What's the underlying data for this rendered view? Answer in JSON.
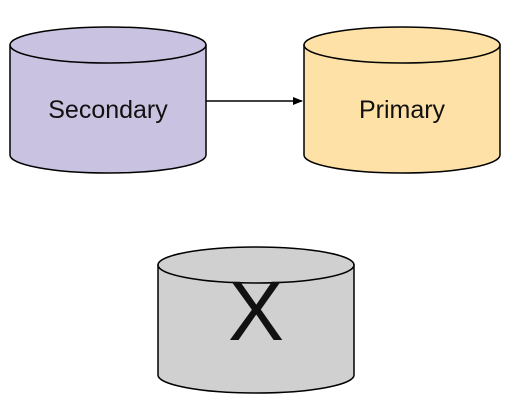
{
  "nodes": [
    {
      "id": "secondary",
      "label": "Secondary",
      "fill": "#c9c2e0",
      "stroke": "#000000"
    },
    {
      "id": "primary",
      "label": "Primary",
      "fill": "#fde1a6",
      "stroke": "#000000"
    },
    {
      "id": "failed",
      "label": "X",
      "fill": "#d0d0d0",
      "stroke": "#000000"
    }
  ],
  "edges": [
    {
      "from": "secondary",
      "to": "primary"
    }
  ]
}
